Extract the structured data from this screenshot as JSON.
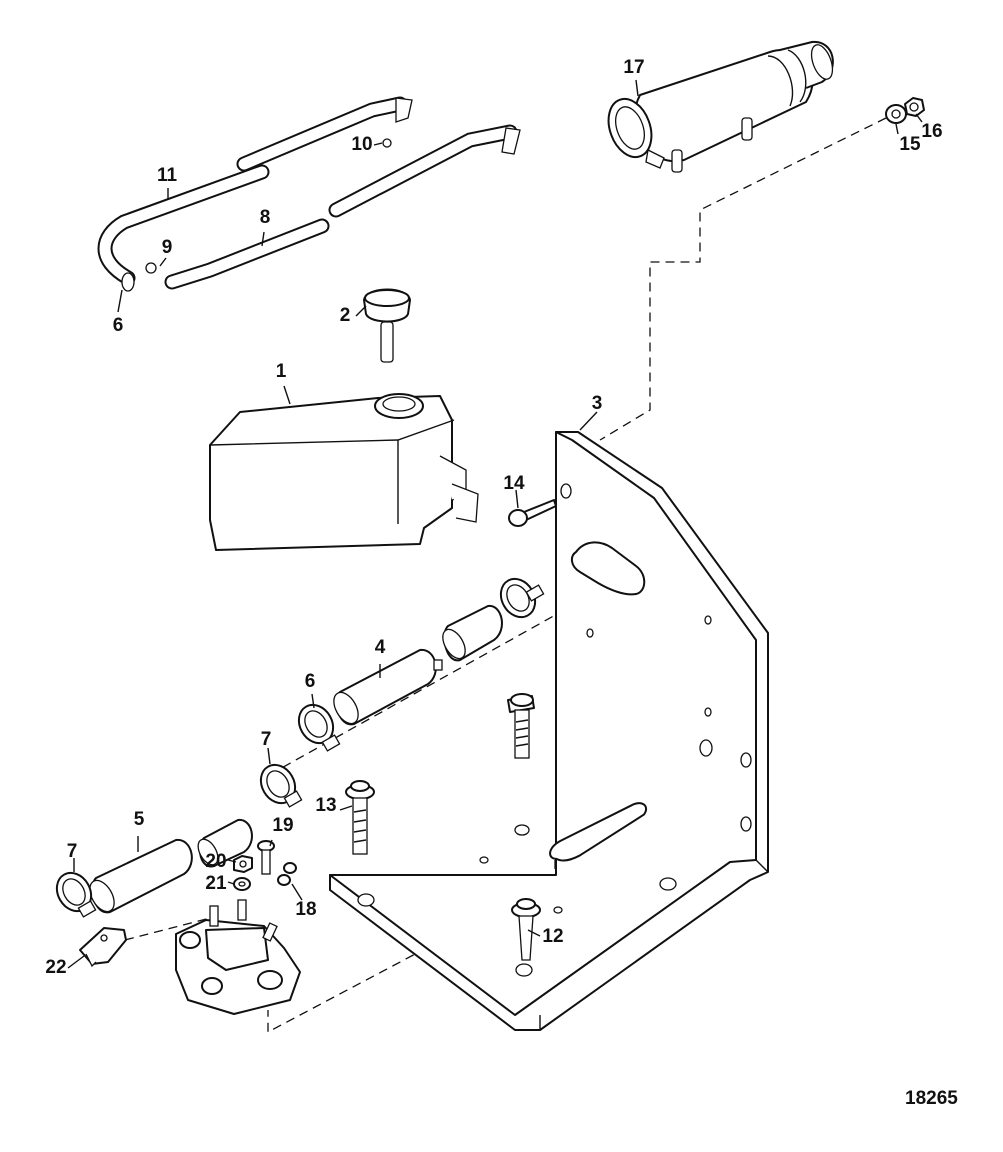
{
  "figure_number": "18265",
  "callouts": [
    {
      "id": "c1",
      "text": "1"
    },
    {
      "id": "c2",
      "text": "2"
    },
    {
      "id": "c3",
      "text": "3"
    },
    {
      "id": "c4",
      "text": "4"
    },
    {
      "id": "c5",
      "text": "5"
    },
    {
      "id": "c6a",
      "text": "6"
    },
    {
      "id": "c6b",
      "text": "6"
    },
    {
      "id": "c7a",
      "text": "7"
    },
    {
      "id": "c7b",
      "text": "7"
    },
    {
      "id": "c8",
      "text": "8"
    },
    {
      "id": "c9",
      "text": "9"
    },
    {
      "id": "c10",
      "text": "10"
    },
    {
      "id": "c11",
      "text": "11"
    },
    {
      "id": "c12",
      "text": "12"
    },
    {
      "id": "c13",
      "text": "13"
    },
    {
      "id": "c14",
      "text": "14"
    },
    {
      "id": "c15",
      "text": "15"
    },
    {
      "id": "c16",
      "text": "16"
    },
    {
      "id": "c17",
      "text": "17"
    },
    {
      "id": "c18",
      "text": "18"
    },
    {
      "id": "c19",
      "text": "19"
    },
    {
      "id": "c20",
      "text": "20"
    },
    {
      "id": "c21",
      "text": "21"
    },
    {
      "id": "c22",
      "text": "22"
    }
  ]
}
